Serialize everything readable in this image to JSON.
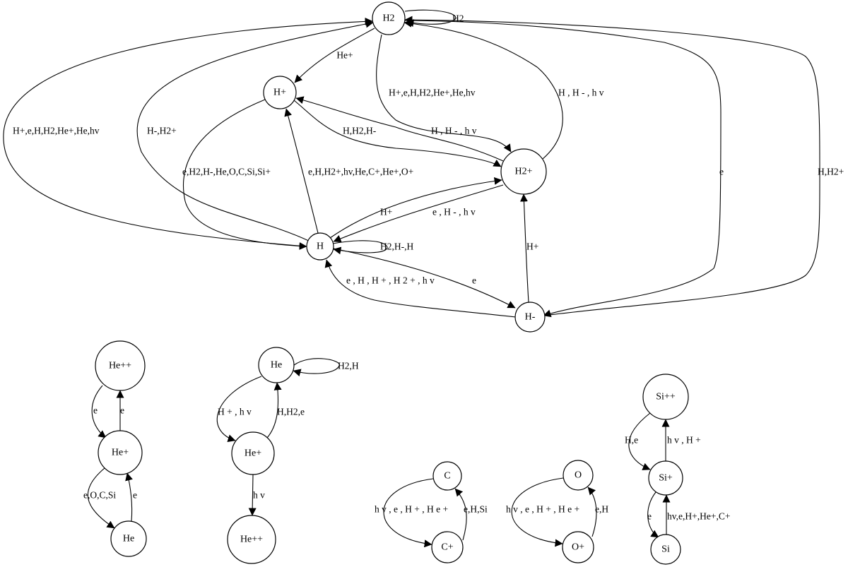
{
  "diagram": {
    "nodes": [
      {
        "id": "H2",
        "label": "H2"
      },
      {
        "id": "H+",
        "label": "H+"
      },
      {
        "id": "H2+",
        "label": "H2+"
      },
      {
        "id": "H",
        "label": "H"
      },
      {
        "id": "H-",
        "label": "H-"
      },
      {
        "id": "He++_a",
        "label": "He++"
      },
      {
        "id": "He+_a",
        "label": "He+"
      },
      {
        "id": "He_a",
        "label": "He"
      },
      {
        "id": "He_b",
        "label": "He"
      },
      {
        "id": "He+_b",
        "label": "He+"
      },
      {
        "id": "He++_b",
        "label": "He++"
      },
      {
        "id": "C",
        "label": "C"
      },
      {
        "id": "C+",
        "label": "C+"
      },
      {
        "id": "O",
        "label": "O"
      },
      {
        "id": "O+",
        "label": "O+"
      },
      {
        "id": "Si++",
        "label": "Si++"
      },
      {
        "id": "Si+",
        "label": "Si+"
      },
      {
        "id": "Si",
        "label": "Si"
      }
    ],
    "edges": [
      {
        "from": "H2",
        "to": "H2",
        "label": "H2"
      },
      {
        "from": "H2",
        "to": "H+",
        "label": "He+"
      },
      {
        "from": "H2",
        "to": "H2+",
        "label": "H+,e,H,H2,He+,He,hv"
      },
      {
        "from": "H2+",
        "to": "H2",
        "label": "H , H - , h v"
      },
      {
        "from": "H",
        "to": "H2",
        "label": "H+,e,H,H2,He+,He,hv"
      },
      {
        "from": "H",
        "to": "H2",
        "label": "H-,H2+"
      },
      {
        "from": "H2",
        "to": "H-",
        "label": "e"
      },
      {
        "from": "H-",
        "to": "H2",
        "label": "H,H2+"
      },
      {
        "from": "H+",
        "to": "H",
        "label": "e,H2,H-,He,O,C,Si,Si+"
      },
      {
        "from": "H",
        "to": "H+",
        "label": "e,H,H2+,hv,He,C+,He+,O+"
      },
      {
        "from": "H+",
        "to": "H2+",
        "label": "H,H2,H-"
      },
      {
        "from": "H2+",
        "to": "H+",
        "label": "H , H - , h v"
      },
      {
        "from": "H",
        "to": "H2+",
        "label": "H+"
      },
      {
        "from": "H2+",
        "to": "H",
        "label": "e , H - , h v"
      },
      {
        "from": "H",
        "to": "H",
        "label": "H2,H-,H"
      },
      {
        "from": "H",
        "to": "H-",
        "label": "e"
      },
      {
        "from": "H-",
        "to": "H",
        "label": "e , H , H + , H 2 + , h v"
      },
      {
        "from": "H-",
        "to": "H2+",
        "label": "H+"
      },
      {
        "from": "He++_a",
        "to": "He+_a",
        "label": "e"
      },
      {
        "from": "He+_a",
        "to": "He++_a",
        "label": "e"
      },
      {
        "from": "He+_a",
        "to": "He_a",
        "label": "e,O,C,Si"
      },
      {
        "from": "He_a",
        "to": "He+_a",
        "label": "e"
      },
      {
        "from": "He_b",
        "to": "He_b",
        "label": "H2,H"
      },
      {
        "from": "He_b",
        "to": "He+_b",
        "label": "H + , h v"
      },
      {
        "from": "He+_b",
        "to": "He_b",
        "label": "H,H2,e"
      },
      {
        "from": "He+_b",
        "to": "He++_b",
        "label": "h   v"
      },
      {
        "from": "C",
        "to": "C+",
        "label": "h v , e , H + , H e +"
      },
      {
        "from": "C+",
        "to": "C",
        "label": "e,H,Si"
      },
      {
        "from": "O",
        "to": "O+",
        "label": "h v , e , H + , H e +"
      },
      {
        "from": "O+",
        "to": "O",
        "label": "e,H"
      },
      {
        "from": "Si++",
        "to": "Si+",
        "label": "H,e"
      },
      {
        "from": "Si+",
        "to": "Si++",
        "label": "h v , H +"
      },
      {
        "from": "Si+",
        "to": "Si",
        "label": "e"
      },
      {
        "from": "Si",
        "to": "Si+",
        "label": "hv,e,H+,He+,C+"
      }
    ]
  }
}
